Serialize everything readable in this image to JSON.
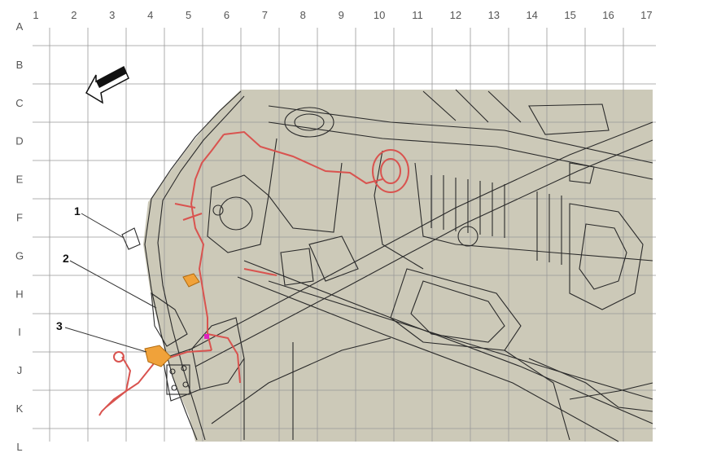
{
  "grid": {
    "columns": [
      "1",
      "2",
      "3",
      "4",
      "5",
      "6",
      "7",
      "8",
      "9",
      "10",
      "11",
      "12",
      "13",
      "14",
      "15",
      "16",
      "17"
    ],
    "rows": [
      "A",
      "B",
      "C",
      "D",
      "E",
      "F",
      "G",
      "H",
      "I",
      "J",
      "K",
      "L"
    ]
  },
  "callouts": [
    {
      "label": "1"
    },
    {
      "label": "2"
    },
    {
      "label": "3"
    }
  ],
  "colors": {
    "background_panel": "#ccc9b8",
    "structure_line": "#2a2a2a",
    "harness": "#d9534f",
    "connector": "#f0a23a",
    "marker": "#e020c0",
    "grid": "#999999"
  },
  "icons": [
    "direction-arrow-icon"
  ]
}
